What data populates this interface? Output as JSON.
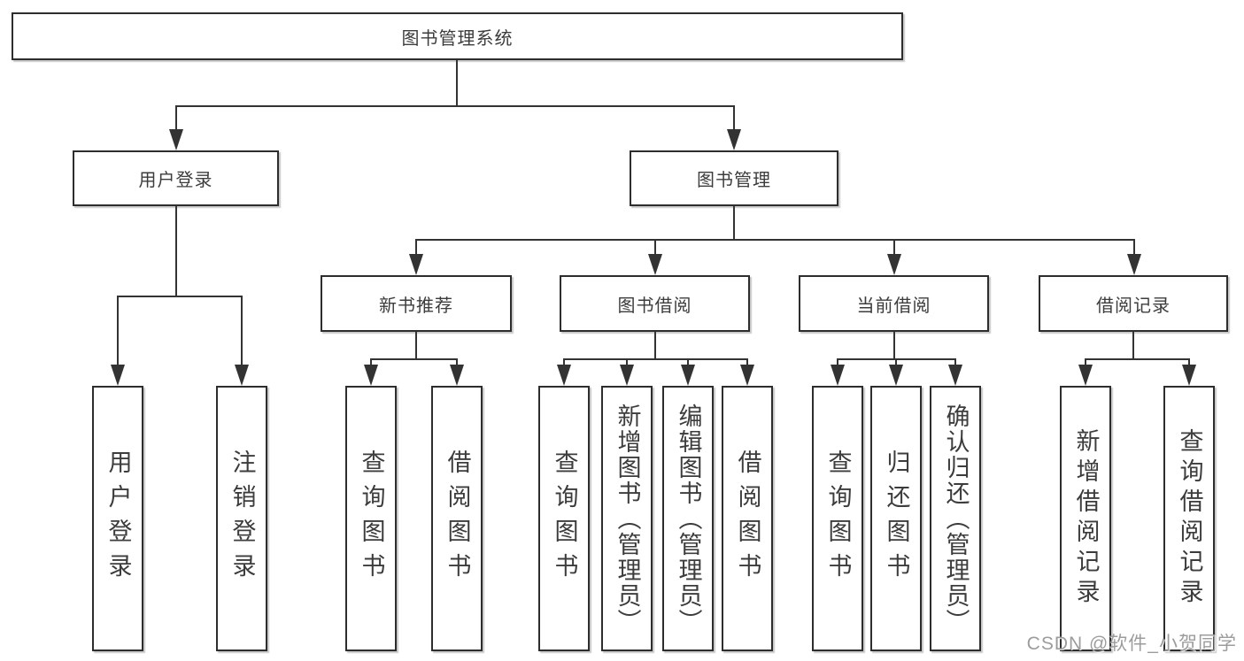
{
  "title": "图书管理系统",
  "colors": {
    "line": "#333333",
    "box_border": "#2d2d2d",
    "text": "#3c3c3c",
    "watermark": "#9c9c9c",
    "background": "#ffffff"
  },
  "root": {
    "label": "图书管理系统"
  },
  "user_login": {
    "label": "用户登录",
    "children": [
      "用户登录",
      "注销登录"
    ]
  },
  "book_management": {
    "label": "图书管理"
  },
  "new_book": {
    "label": "新书推荐",
    "children": [
      "查询图书",
      "借阅图书"
    ]
  },
  "borrowing": {
    "label": "图书借阅",
    "children": [
      "查询图书",
      "新增图书（管理员）",
      "编辑图书（管理员）",
      "借阅图书"
    ]
  },
  "current": {
    "label": "当前借阅",
    "children": [
      "查询图书",
      "归还图书",
      "确认归还（管理员）"
    ]
  },
  "records": {
    "label": "借阅记录",
    "children": [
      "新增借阅记录",
      "查询借阅记录"
    ]
  },
  "watermark": "CSDN @软件_小贺同学"
}
